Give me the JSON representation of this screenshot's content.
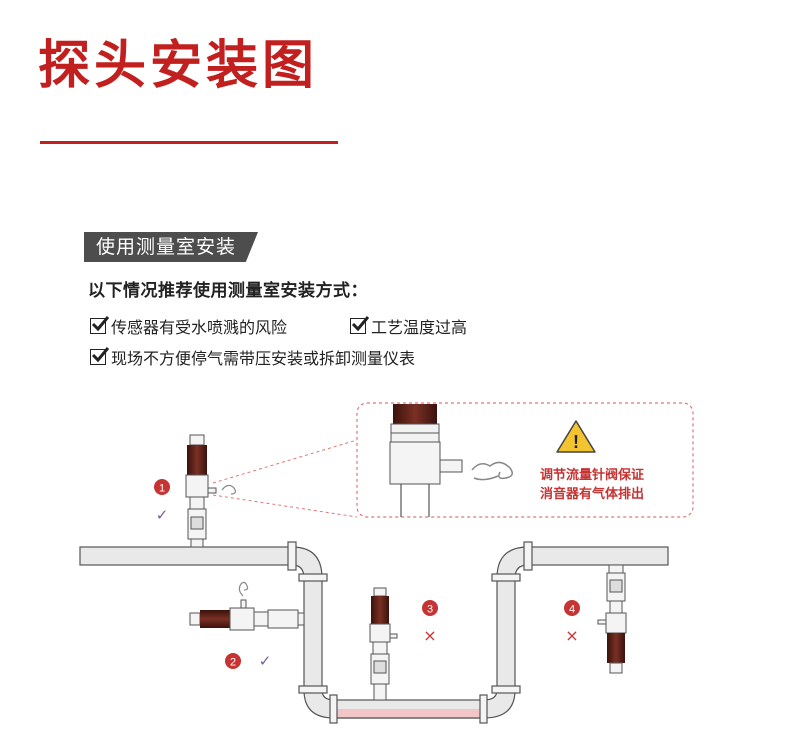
{
  "title": "探头安装图",
  "section": {
    "badge": "使用测量室安装",
    "intro": "以下情况推荐使用测量室安装方式：",
    "conditions": [
      "传感器有受水喷溅的风险",
      "工艺温度过高",
      "现场不方便停气需带压安装或拆卸测量仪表"
    ]
  },
  "callout": {
    "line1": "调节流量针阀保证",
    "line2": "消音器有气体排出"
  },
  "positions": [
    {
      "number": "1",
      "mark": "✓",
      "status": "ok"
    },
    {
      "number": "2",
      "mark": "✓",
      "status": "ok"
    },
    {
      "number": "3",
      "mark": "×",
      "status": "wrong"
    },
    {
      "number": "4",
      "mark": "×",
      "status": "wrong"
    }
  ],
  "colors": {
    "accent": "#c21f1f",
    "badge_bg": "#4d4d4d",
    "ok_mark": "#7a5c9e",
    "wrong_mark": "#c63333",
    "sensor_body": "#5a2018",
    "pipe_fill": "#e9e9e9",
    "pipe_stroke": "#555555",
    "water_fill": "#f2c6c6"
  },
  "icons": [
    "checkbox-check-icon",
    "warning-triangle-icon",
    "gas-puff-icon"
  ]
}
